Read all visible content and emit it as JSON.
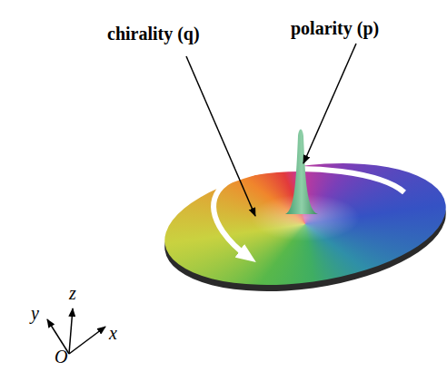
{
  "diagram": {
    "labels": [
      "chirality (q)",
      "polarity (p)",
      "z",
      "y",
      "x",
      "O"
    ]
  }
}
